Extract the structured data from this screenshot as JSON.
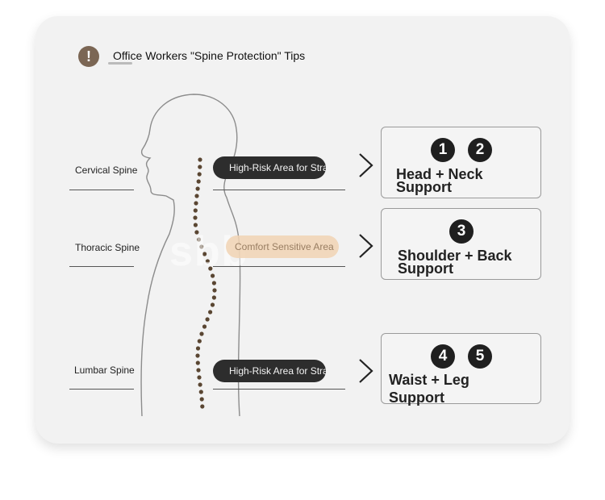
{
  "title": "Office Workers \"Spine Protection\" Tips",
  "title_icon": "!",
  "watermark": "sbb",
  "spine_labels": {
    "cervical": "Cervical Spine",
    "thoracic": "Thoracic Spine",
    "lumbar": "Lumbar Spine"
  },
  "pills": {
    "cervical": "High-Risk Area for Strain",
    "thoracic": "Comfort Sensitive Area",
    "lumbar": "High-Risk Area for Strain"
  },
  "boxes": [
    {
      "numbers": [
        "1",
        "2"
      ],
      "text": "Head + Neck\nSupport"
    },
    {
      "numbers": [
        "3"
      ],
      "text": "Shoulder + Back\nSupport"
    },
    {
      "numbers": [
        "4",
        "5"
      ],
      "text": "Waist + Leg\nSupport"
    }
  ],
  "colors": {
    "pill_dark": "#2d2d2d",
    "pill_light": "#f1d4b4",
    "spine_dots": "#5a4632",
    "title_icon": "#7b6654"
  }
}
